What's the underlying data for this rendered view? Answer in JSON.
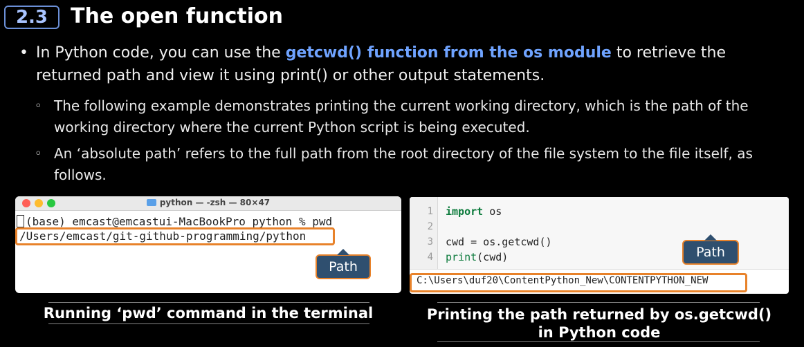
{
  "header": {
    "section_number": "2.3",
    "title": "The open function"
  },
  "bullets": {
    "main_prefix": "In Python code, you can use the ",
    "main_highlight": "getcwd() function from the os module",
    "main_suffix": " to retrieve the returned path and view it using print() or other output statements.",
    "sub1": "The following example demonstrates printing the current working directory, which is the path of the working directory where the current Python script is being executed.",
    "sub2": "An ‘absolute path’ refers to the full path from the root directory of the file system to the file itself, as follows."
  },
  "terminal": {
    "window_title": "python — -zsh — 80×47",
    "prompt_line": "(base) emcast@emcastui-MacBookPro python % pwd",
    "output_line": "/Users/emcast/git-github-programming/python",
    "tag_label": "Path",
    "caption": "Running ‘pwd’ command in the terminal"
  },
  "code_panel": {
    "line_numbers": [
      "1",
      "2",
      "3",
      "4"
    ],
    "line1_kw": "import",
    "line1_rest": " os",
    "line3": "cwd = os.getcwd()",
    "line4_fn": "print",
    "line4_rest": "(cwd)",
    "output": "C:\\Users\\duf20\\ContentPython_New\\CONTENTPYTHON_NEW",
    "tag_label": "Path",
    "caption_line1": "Printing the path returned by os.getcwd()",
    "caption_line2": "in Python code"
  },
  "colors": {
    "accent_blue": "#6fa3ff",
    "highlight_orange": "#e8822a",
    "tag_bg": "#2f4f6f"
  }
}
